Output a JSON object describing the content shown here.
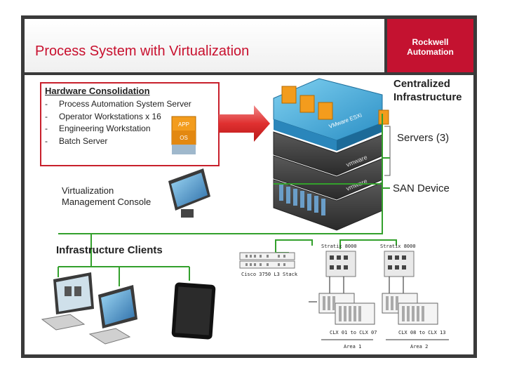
{
  "slide": {
    "title": "Process System with Virtualization",
    "logo_line1": "Rockwell",
    "logo_line2": "Automation"
  },
  "hardware": {
    "heading": "Hardware Consolidation",
    "items": [
      {
        "bullet": "-",
        "text": "Process Automation System Server"
      },
      {
        "bullet": "-",
        "text": "Operator Workstations x 16"
      },
      {
        "bullet": "-",
        "text": "Engineering Workstation"
      },
      {
        "bullet": "-",
        "text": "Batch Server"
      }
    ]
  },
  "labels": {
    "centralized_1": "Centralized",
    "centralized_2": "Infrastructure",
    "servers": "Servers (3)",
    "san": "SAN Device",
    "vmc_1": "Virtualization",
    "vmc_2": "Management Console",
    "clients": "Infrastructure Clients",
    "stratix_8000": "Stratix 8000",
    "stratix_8001": "Stratix 8000",
    "cisco": "Cisco 3750 L3 Stack",
    "clx_a": "CLX 01 to CLX 07",
    "clx_b": "CLX 08 to CLX 13",
    "area1": "Area 1",
    "area2": "Area 2"
  },
  "vm_badges": {
    "app": "APP",
    "os": "OS"
  },
  "server_brand": "vmware",
  "esxi_label": "VMware ESXi",
  "colors": {
    "accent_red": "#c8102e",
    "logo_bg": "#c41230",
    "network_green": "#33a02c",
    "arrow_red": "#e03030",
    "esxi_blue": "#3aa7d8",
    "vm_orange": "#f39c1d"
  }
}
